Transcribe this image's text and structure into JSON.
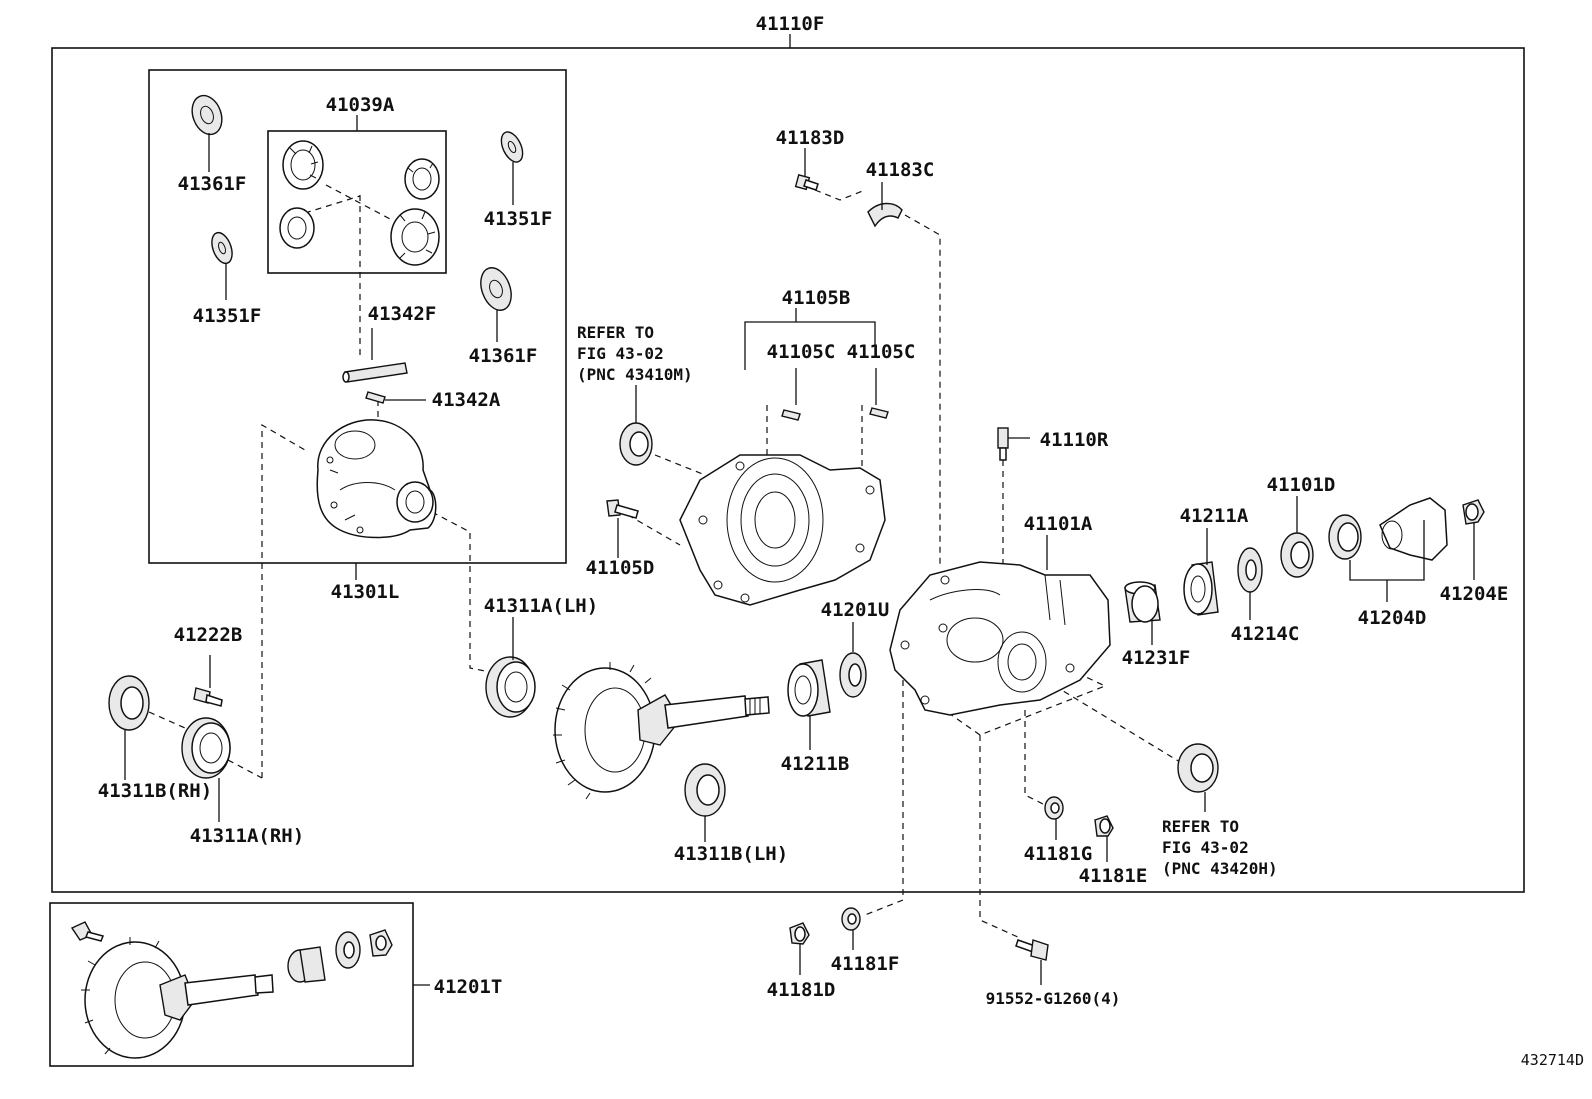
{
  "labels": {
    "assembly": "41110F",
    "gear_kit": "41039A",
    "case_assy": "41301L",
    "washer_41361f_top": "41361F",
    "washer_41351f_left": "41351F",
    "washer_41351f_right": "41351F",
    "washer_41361f_right": "41361F",
    "pin_shaft": "41342F",
    "pin_straight": "41342A",
    "bearing_lh": "41311A(LH)",
    "bearing_rh": "41311A(RH)",
    "shim_rh": "41311B(RH)",
    "shim_lh": "41311B(LH)",
    "bolt_41222b": "41222B",
    "plug_41183d": "41183D",
    "bracket_41183c": "41183C",
    "retainer_41105b": "41105B",
    "pin_41105c_a": "41105C",
    "pin_41105c_b": "41105C",
    "bolt_41105d": "41105D",
    "breather": "41110R",
    "carrier": "41101A",
    "bearing_41211a": "41211A",
    "seal_41101d": "41101D",
    "flange_41204d": "41204D",
    "nut_41204e": "41204E",
    "spacer_41231f": "41231F",
    "washer_41214c": "41214C",
    "washer_41201u": "41201U",
    "bearing_41211b": "41211B",
    "gasket_41181g": "41181G",
    "plug_41181e": "41181E",
    "gasket_41181f": "41181F",
    "plug_41181d": "41181D",
    "bolt_91552": "91552-G1260(4)",
    "gear_set": "41201T",
    "figure_number": "432714D"
  },
  "notes": {
    "left": [
      "REFER TO",
      "FIG 43-02",
      "(PNC 43410M)"
    ],
    "right": [
      "REFER TO",
      "FIG 43-02",
      "(PNC 43420H)"
    ]
  },
  "colors": {
    "line": "#111111",
    "background": "#ffffff",
    "part_shade": "#e9e9e9"
  }
}
